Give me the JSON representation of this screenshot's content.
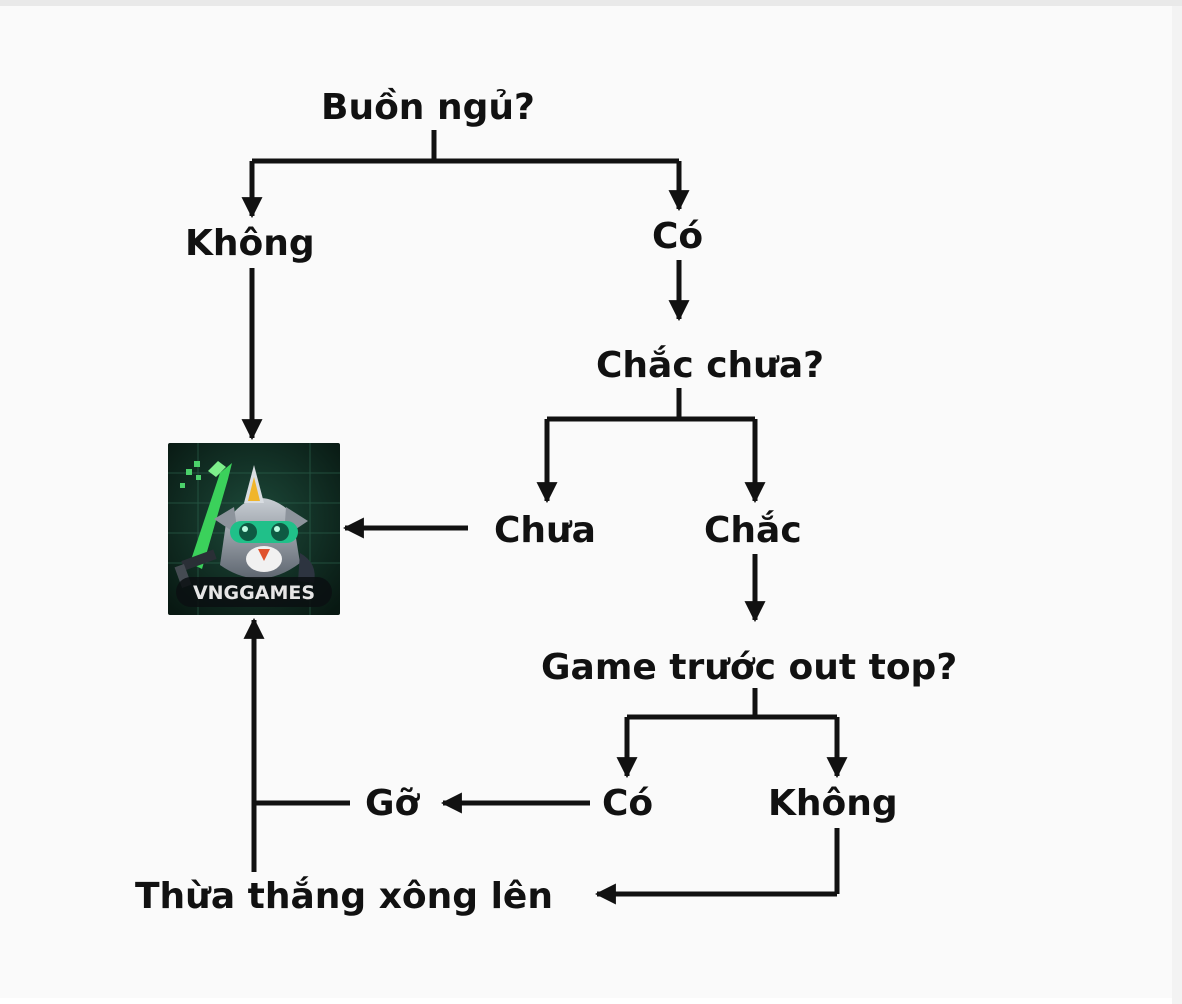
{
  "nodes": {
    "q_sleepy": "Buồn ngủ?",
    "no_1": "Không",
    "yes_1": "Có",
    "q_sure": "Chắc chưa?",
    "not_yet": "Chưa",
    "sure": "Chắc",
    "q_last_game": "Game trước out top?",
    "yes_2": "Có",
    "no_2": "Không",
    "uninstall": "Gỡ",
    "win_more": "Thừa thắng xông lên"
  },
  "app_icon": {
    "name": "game-app-icon",
    "logo_text": "VNGGAMES",
    "colors": {
      "background": "#0f2a22",
      "sword": "#3bd15b",
      "goggles": "#23c48a",
      "armor": "#9aa3ad",
      "logo_accent": "#e4322b"
    }
  },
  "colors": {
    "text": "#111111",
    "arrow": "#111111",
    "background": "#fafafa"
  }
}
